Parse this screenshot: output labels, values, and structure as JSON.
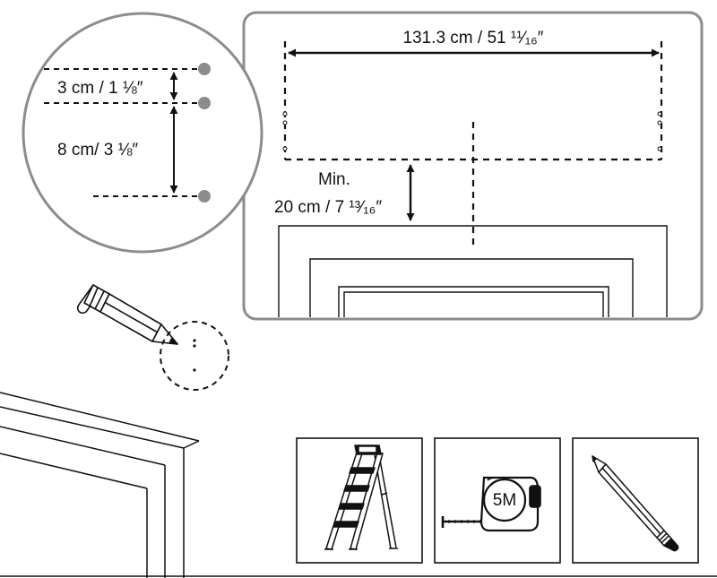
{
  "top_panel": {
    "width_label": "131.3 cm / 51 ¹¹⁄₁₆″",
    "min_label": "Min.",
    "min_value_label": "20 cm / 7 ¹³⁄₁₆″"
  },
  "zoom_circle": {
    "upper_spacing_label": "3  cm / 1 ⅛″",
    "lower_spacing_label": "8  cm/ 3 ⅛″"
  },
  "tools": {
    "tape_measure_label": "5M",
    "items": [
      "step-ladder-icon",
      "tape-measure-icon",
      "pencil-icon"
    ]
  },
  "colors": {
    "line": "#111111",
    "panel_border": "#8c8c8c",
    "hole_marker": "#8c8c8c"
  }
}
